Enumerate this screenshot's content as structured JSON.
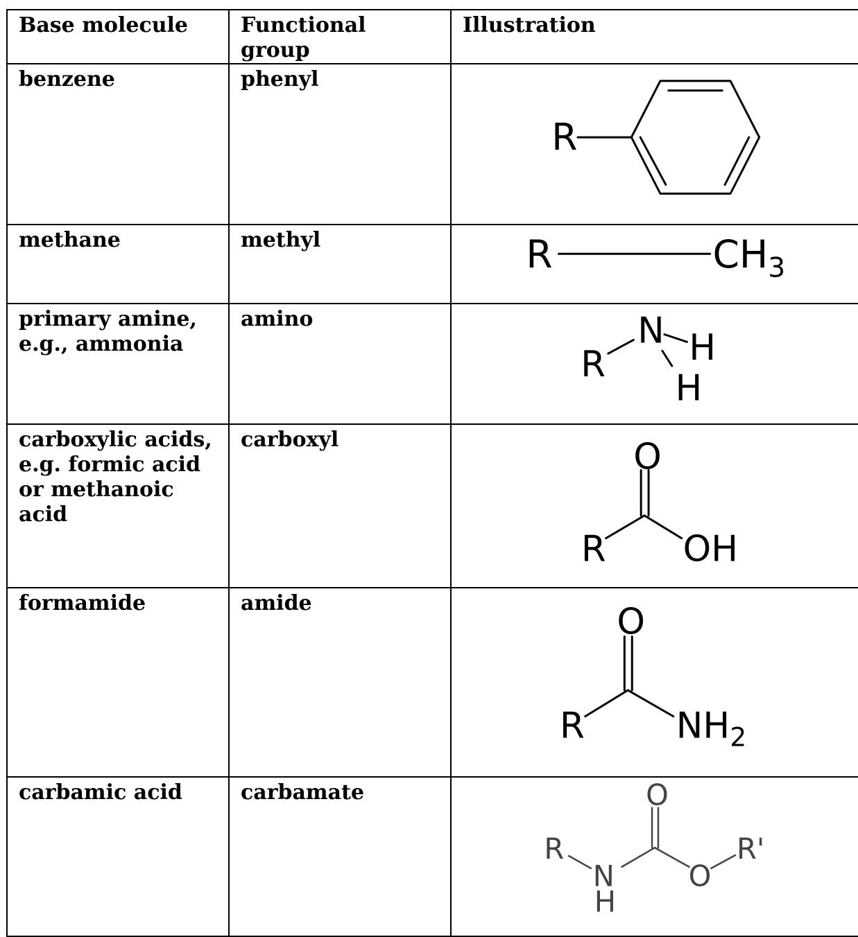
{
  "headers": [
    "Base molecule",
    "Functional group",
    "Illustration"
  ],
  "rows": [
    {
      "base": "benzene",
      "group": "phenyl",
      "atoms": {
        "r": "R"
      }
    },
    {
      "base": "methane",
      "group": "methyl",
      "atoms": {
        "r": "R",
        "ch": "CH",
        "sub": "3"
      }
    },
    {
      "base": "primary amine, e.g., ammonia",
      "group": "amino",
      "atoms": {
        "r": "R",
        "n": "N",
        "h1": "H",
        "h2": "H"
      }
    },
    {
      "base": "carboxylic acids, e.g. formic acid or methanoic acid",
      "group": "carboxyl",
      "atoms": {
        "o": "O",
        "r": "R",
        "oh": "OH"
      }
    },
    {
      "base": "formamide",
      "group": "amide",
      "atoms": {
        "o": "O",
        "r": "R",
        "nh": "NH",
        "sub": "2"
      }
    },
    {
      "base": "carbamic acid",
      "group": "carbamate",
      "atoms": {
        "o": "O",
        "r": "R",
        "n": "N",
        "h": "H",
        "o2": "O",
        "r2": "R'"
      }
    }
  ]
}
